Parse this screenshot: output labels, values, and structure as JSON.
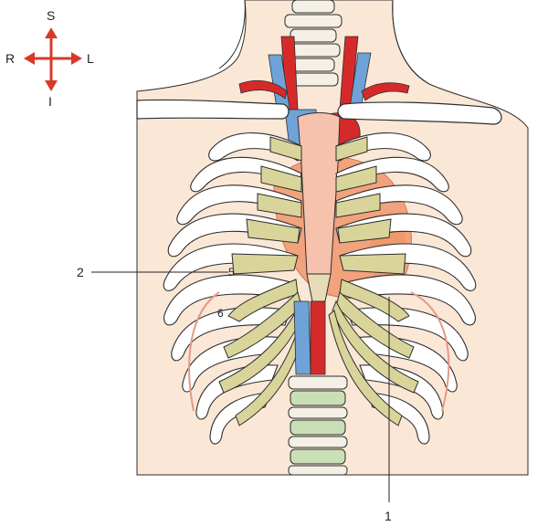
{
  "orientation": {
    "superior": "S",
    "inferior": "I",
    "right": "R",
    "left": "L",
    "arrow_color": "#d83a2a"
  },
  "callouts": {
    "label_1": "1",
    "label_2": "2"
  },
  "rib_labels": {
    "rib_5": "5",
    "rib_6": "6"
  },
  "colors": {
    "skin": "#fbe7d6",
    "bone": "#ffffff",
    "cartilage": "#d9d59a",
    "heart": "#f2a27c",
    "artery": "#d62a2a",
    "vein": "#6fa3d8",
    "sternum": "#f6c1ad",
    "vertebra_green": "#c9dfb5",
    "outline": "#2d2d2d"
  }
}
